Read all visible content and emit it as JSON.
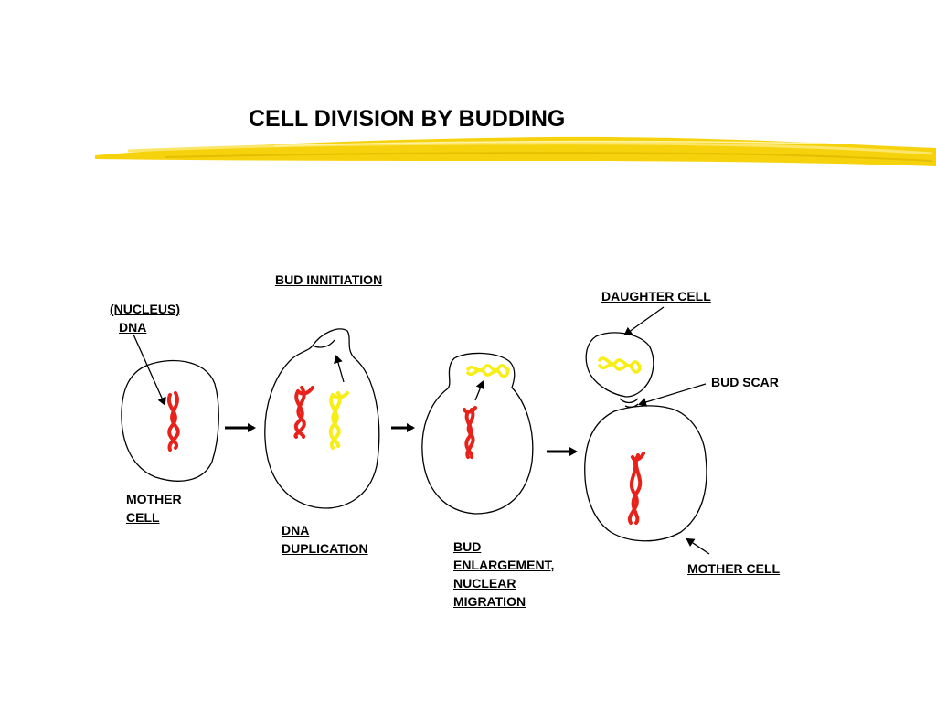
{
  "title": "CELL DIVISION BY BUDDING",
  "colors": {
    "brush": "#f5d000",
    "brush_light": "#fbe66a",
    "dna_red": "#e8221a",
    "dna_yellow": "#f7ee18",
    "outline": "#000000"
  },
  "labels": {
    "nucleus_dna": [
      "(NUCLEUS)",
      "DNA"
    ],
    "mother_cell_1": [
      "MOTHER",
      "CELL"
    ],
    "bud_initiation": [
      "BUD INNITIATION"
    ],
    "dna_duplication": [
      "DNA",
      "DUPLICATION"
    ],
    "bud_enlargement": [
      "BUD",
      "ENLARGEMENT,",
      "NUCLEAR",
      "MIGRATION"
    ],
    "daughter_cell": [
      "DAUGHTER CELL"
    ],
    "bud_scar": [
      "BUD SCAR"
    ],
    "mother_cell_2": [
      "MOTHER CELL"
    ]
  }
}
